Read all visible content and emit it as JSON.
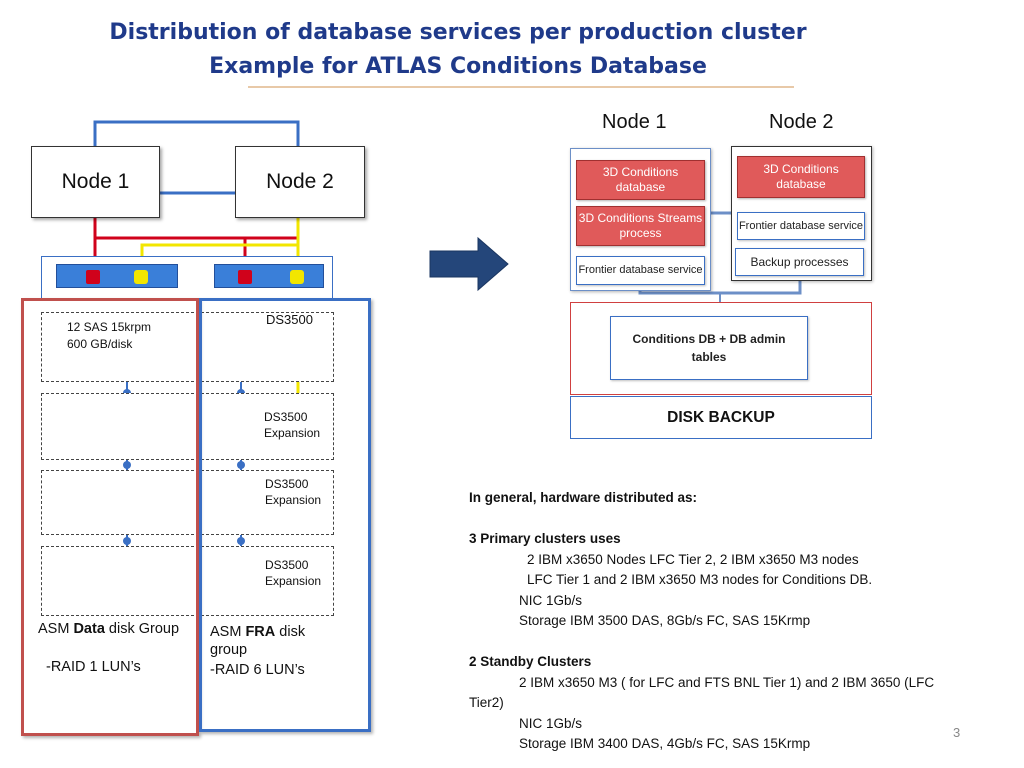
{
  "title": {
    "line1": "Distribution of database services per production cluster",
    "line2": "Example for ATLAS Conditions Database"
  },
  "left": {
    "node1": "Node 1",
    "node2": "Node 2",
    "disk_info_1": "12 SAS 15krpm",
    "disk_info_2": "600 GB/disk",
    "ds3500": "DS3500",
    "expansion": "DS3500 Expansion",
    "asm_data_prefix": "ASM ",
    "asm_data_bold": "Data",
    "asm_data_suffix": " disk Group",
    "asm_data_raid": "-RAID 1 LUN’s",
    "asm_fra_prefix": "ASM ",
    "asm_fra_bold": "FRA",
    "asm_fra_suffix": " disk group",
    "asm_fra_raid": "-RAID 6 LUN’s"
  },
  "right": {
    "node1_header": "Node 1",
    "node2_header": "Node 2",
    "n1_conditions_db": "3D Conditions database",
    "n1_streams": "3D Conditions Streams process",
    "n1_frontier": "Frontier database service",
    "n2_conditions_db": "3D Conditions database",
    "n2_frontier": "Frontier database service",
    "n2_backup": "Backup processes",
    "conditions_tables": "Conditions DB + DB admin tables",
    "disk_backup": "DISK BACKUP"
  },
  "text": {
    "l1": "In general, hardware distributed as:",
    "l2": "3 Primary clusters uses",
    "l3": "2 IBM x3650 Nodes LFC Tier 2, 2 IBM x3650 M3 nodes",
    "l4": "LFC Tier 1 and 2 IBM x3650 M3 nodes for Conditions DB.",
    "l5": "NIC 1Gb/s",
    "l6": "Storage IBM 3500 DAS, 8Gb/s FC, SAS 15Krmp",
    "l7": "2 Standby Clusters",
    "l8": "2 IBM x3650 M3 ( for LFC and FTS BNL Tier 1)  and  2 IBM 3650 (LFC",
    "l9": "Tier2)",
    "l10": "NIC 1Gb/s",
    "l11": "Storage IBM 3400 DAS, 4Gb/s FC, SAS 15Krmp"
  },
  "page_number": "3",
  "colors": {
    "title": "#1f3a8a",
    "red": "#c0392b",
    "yellow": "#f2e600",
    "blue": "#3a6fc4",
    "arrow": "#24467a"
  }
}
